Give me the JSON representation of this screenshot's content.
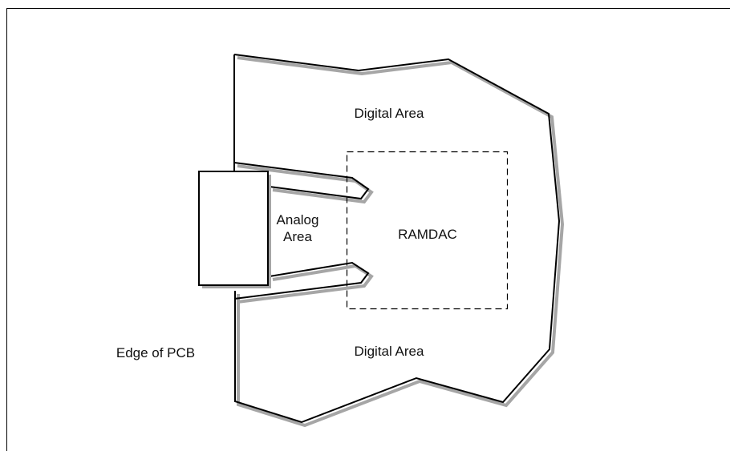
{
  "diagram": {
    "labels": {
      "digital_area_top": "Digital Area",
      "digital_area_bottom": "Digital Area",
      "ramdac": "RAMDAC",
      "analog_line1": "Analog",
      "analog_line2": "Area",
      "edge_of_pcb": "Edge of PCB"
    },
    "colors": {
      "stroke": "#000000",
      "shadow": "#a6a6a6",
      "background": "#ffffff",
      "text": "#111111"
    }
  }
}
